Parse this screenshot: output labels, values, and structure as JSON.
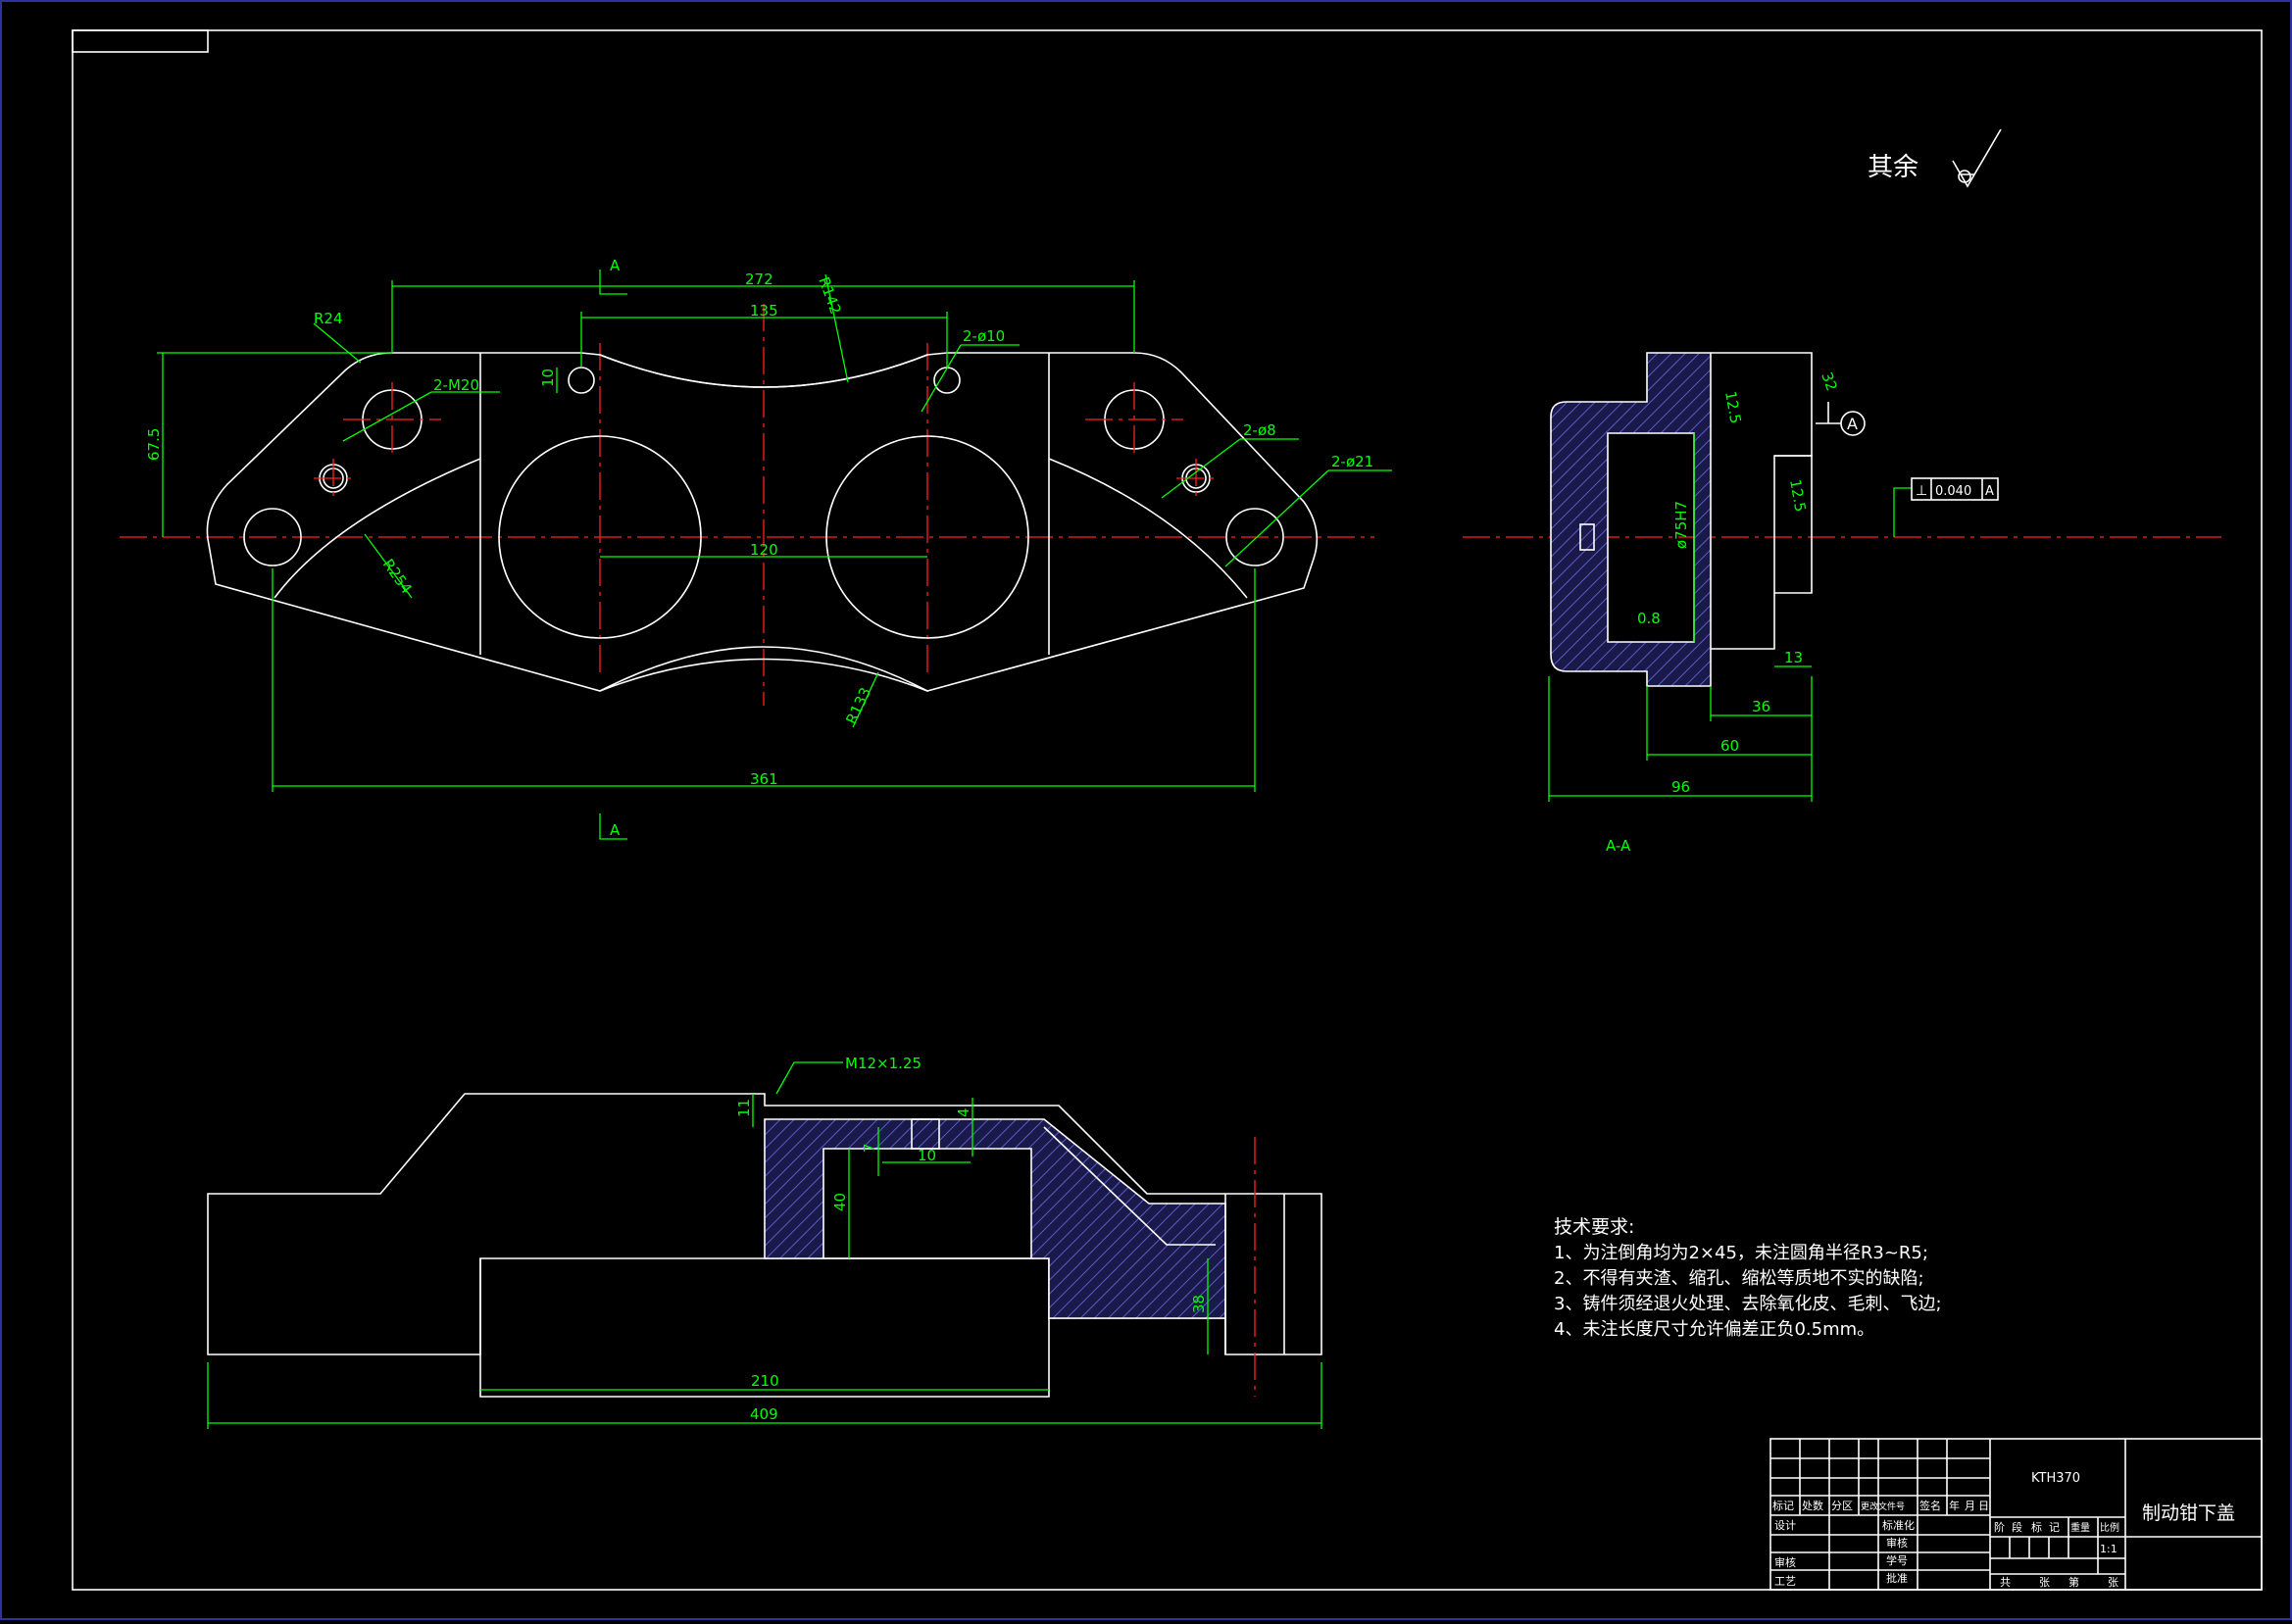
{
  "drawing": {
    "surface_finish_label": "其余",
    "dims_top": {
      "d272": "272",
      "d135": "135",
      "d361": "361",
      "d120": "120",
      "d675": "67.5",
      "d10": "10",
      "r24": "R24",
      "r142": "R142",
      "r133": "R133",
      "r254": "R254",
      "m20": "2-M20",
      "phi10": "2-ø10",
      "phi8": "2-ø8",
      "phi21": "2-ø21",
      "sec_a": "A"
    },
    "section_view": {
      "title": "A-A",
      "d96": "96",
      "d60": "60",
      "d36": "36",
      "d13": "13",
      "rough32": "32",
      "rough125a": "12.5",
      "rough125b": "12.5",
      "rough08": "0.8",
      "datum": "A",
      "tol_symbol": "⊥",
      "tol_value": "0.040",
      "tol_datum": "A",
      "bore": "ø75H7"
    },
    "bottom_view": {
      "thread": "M12×1.25",
      "d11": "11",
      "d7": "7",
      "d4": "4",
      "d10": "10",
      "d40": "40",
      "d38": "38",
      "d210": "210",
      "d409": "409"
    },
    "tech_notes": {
      "title": "技术要求:",
      "lines": [
        "1、为注倒角均为2×45，未注圆角半径R3~R5;",
        "2、不得有夹渣、缩孔、缩松等质地不实的缺陷;",
        "3、铸件须经退火处理、去除氧化皮、毛刺、飞边;",
        "4、未注长度尺寸允许偏差正负0.5mm。"
      ]
    },
    "title_block": {
      "code": "KTH370",
      "part_name": "制动钳下盖",
      "headers": [
        "标记",
        "处数",
        "分区",
        "更改文件号",
        "签名",
        "年",
        "月",
        "日"
      ],
      "roles": [
        "设计",
        "审核",
        "工艺"
      ],
      "mid_roles": [
        "标准化",
        "审核",
        "学号",
        "批准"
      ],
      "stage_headers": [
        "阶",
        "段",
        "标",
        "记",
        "重量",
        "比例"
      ],
      "scale": "1:1",
      "sheet_row": [
        "共",
        "张",
        "第",
        "张"
      ]
    }
  },
  "colors": {
    "background": "#000000",
    "lines": "#ffffff",
    "dimensions": "#00ff00",
    "centerlines": "#ff2020"
  }
}
